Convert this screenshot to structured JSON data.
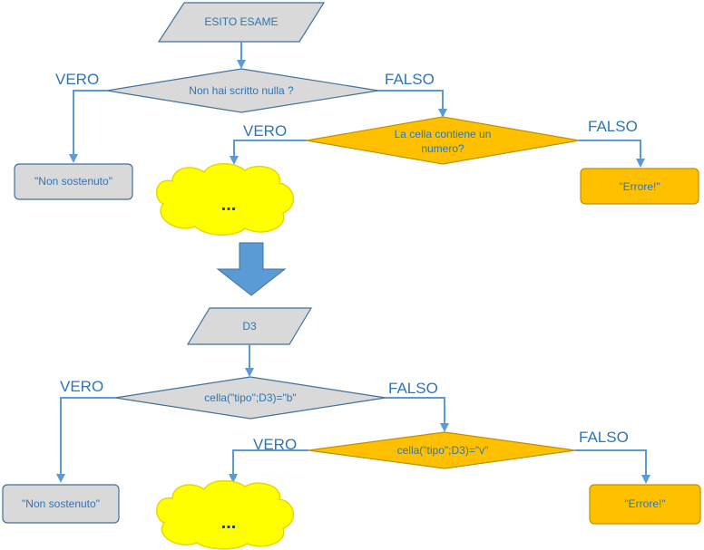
{
  "colors": {
    "line": "#5b9bd5",
    "text": "#2e75b6",
    "gray_fill": "#d9d9d9",
    "gray_stroke": "#41719c",
    "orange_fill": "#ffc000",
    "orange_stroke": "#bf9000",
    "cloud_fill": "#ffff00",
    "cloud_stroke": "#e6d800",
    "arrow_fill": "#5b9bd5"
  },
  "top": {
    "input": "ESITO ESAME",
    "decision1": "Non hai scritto nulla ?",
    "decision1_true": "VERO",
    "decision1_false": "FALSO",
    "result_true": "\"Non  sostenuto\"",
    "decision2_line1": "La cella contiene un",
    "decision2_line2": "numero?",
    "decision2_true": "VERO",
    "decision2_false": "FALSO",
    "cloud": "...",
    "error": "\"Errore!\""
  },
  "bottom": {
    "input": "D3",
    "decision1": "cella(\"tipo\";D3)=\"b\"",
    "decision1_true": "VERO",
    "decision1_false": "FALSO",
    "result_true": "\"Non  sostenuto\"",
    "decision2": "cella(\"tipo\";D3)=\"v\"",
    "decision2_true": "VERO",
    "decision2_false": "FALSO",
    "cloud": "...",
    "error": "\"Errore!\""
  }
}
